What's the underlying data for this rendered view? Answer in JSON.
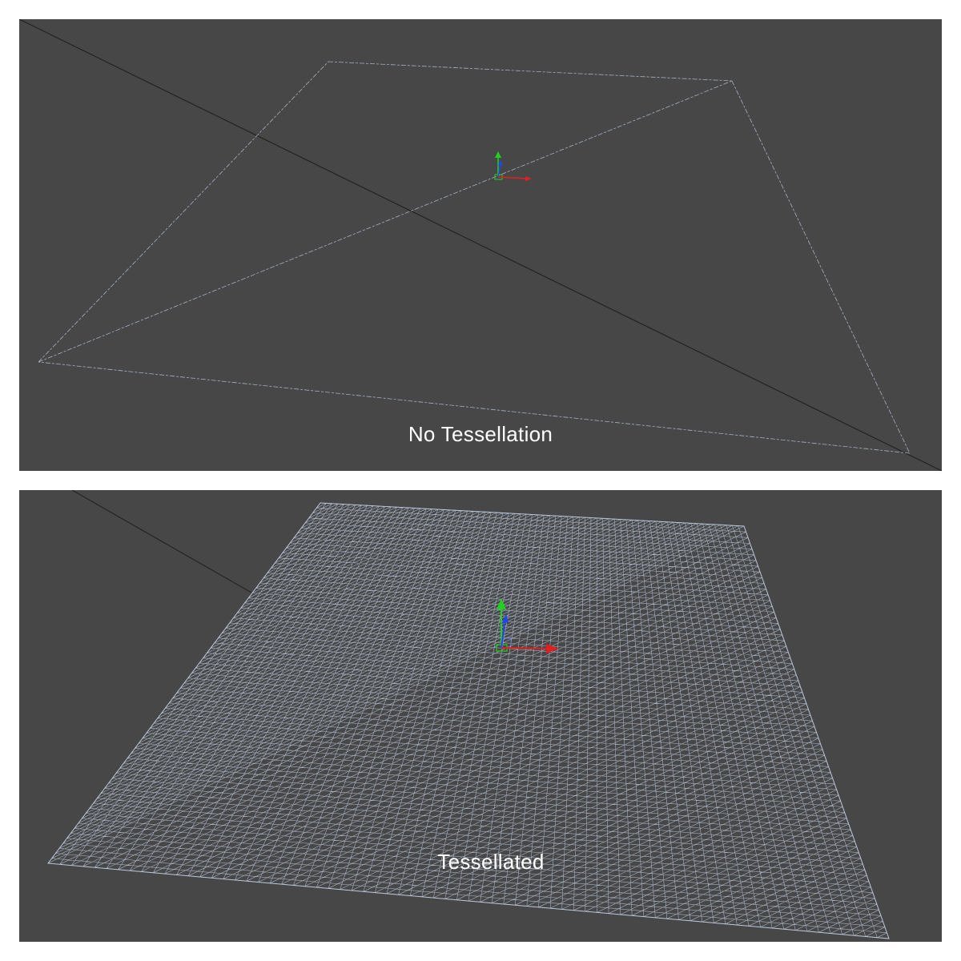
{
  "viewports": [
    {
      "caption": "No Tessellation",
      "mode": "wireframe"
    },
    {
      "caption": "Tessellated",
      "mode": "wireframe"
    }
  ],
  "colors": {
    "background": "#474747",
    "wireframe": "#b9c6dc",
    "axis_x": "#e02020",
    "axis_y": "#22d022",
    "axis_z": "#2244ee",
    "grid_line": "#1a1a1a"
  },
  "icons": {
    "transform_gizmo": "transform-gizmo-icon"
  }
}
